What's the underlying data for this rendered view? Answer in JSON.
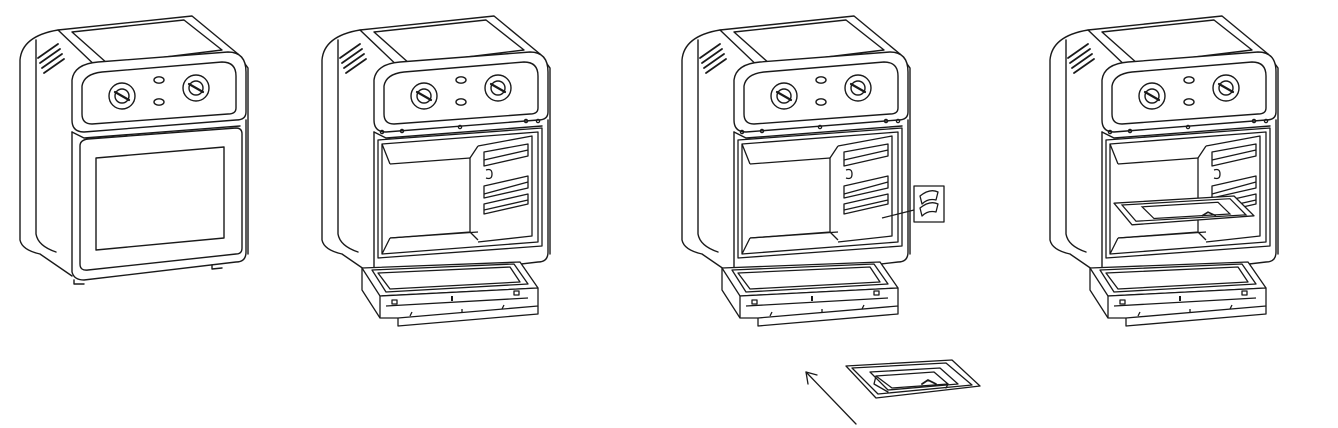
{
  "figure": {
    "steps": [
      {
        "state": "door-closed"
      },
      {
        "state": "door-open"
      },
      {
        "state": "door-open-inserting-drip-tray",
        "detail_callout": true
      },
      {
        "state": "door-open-drip-tray-installed"
      }
    ],
    "loose_part": "drip-tray",
    "arrow": "insert-direction",
    "colors": {
      "line": "#1a1a1a",
      "background": "#ffffff"
    }
  }
}
